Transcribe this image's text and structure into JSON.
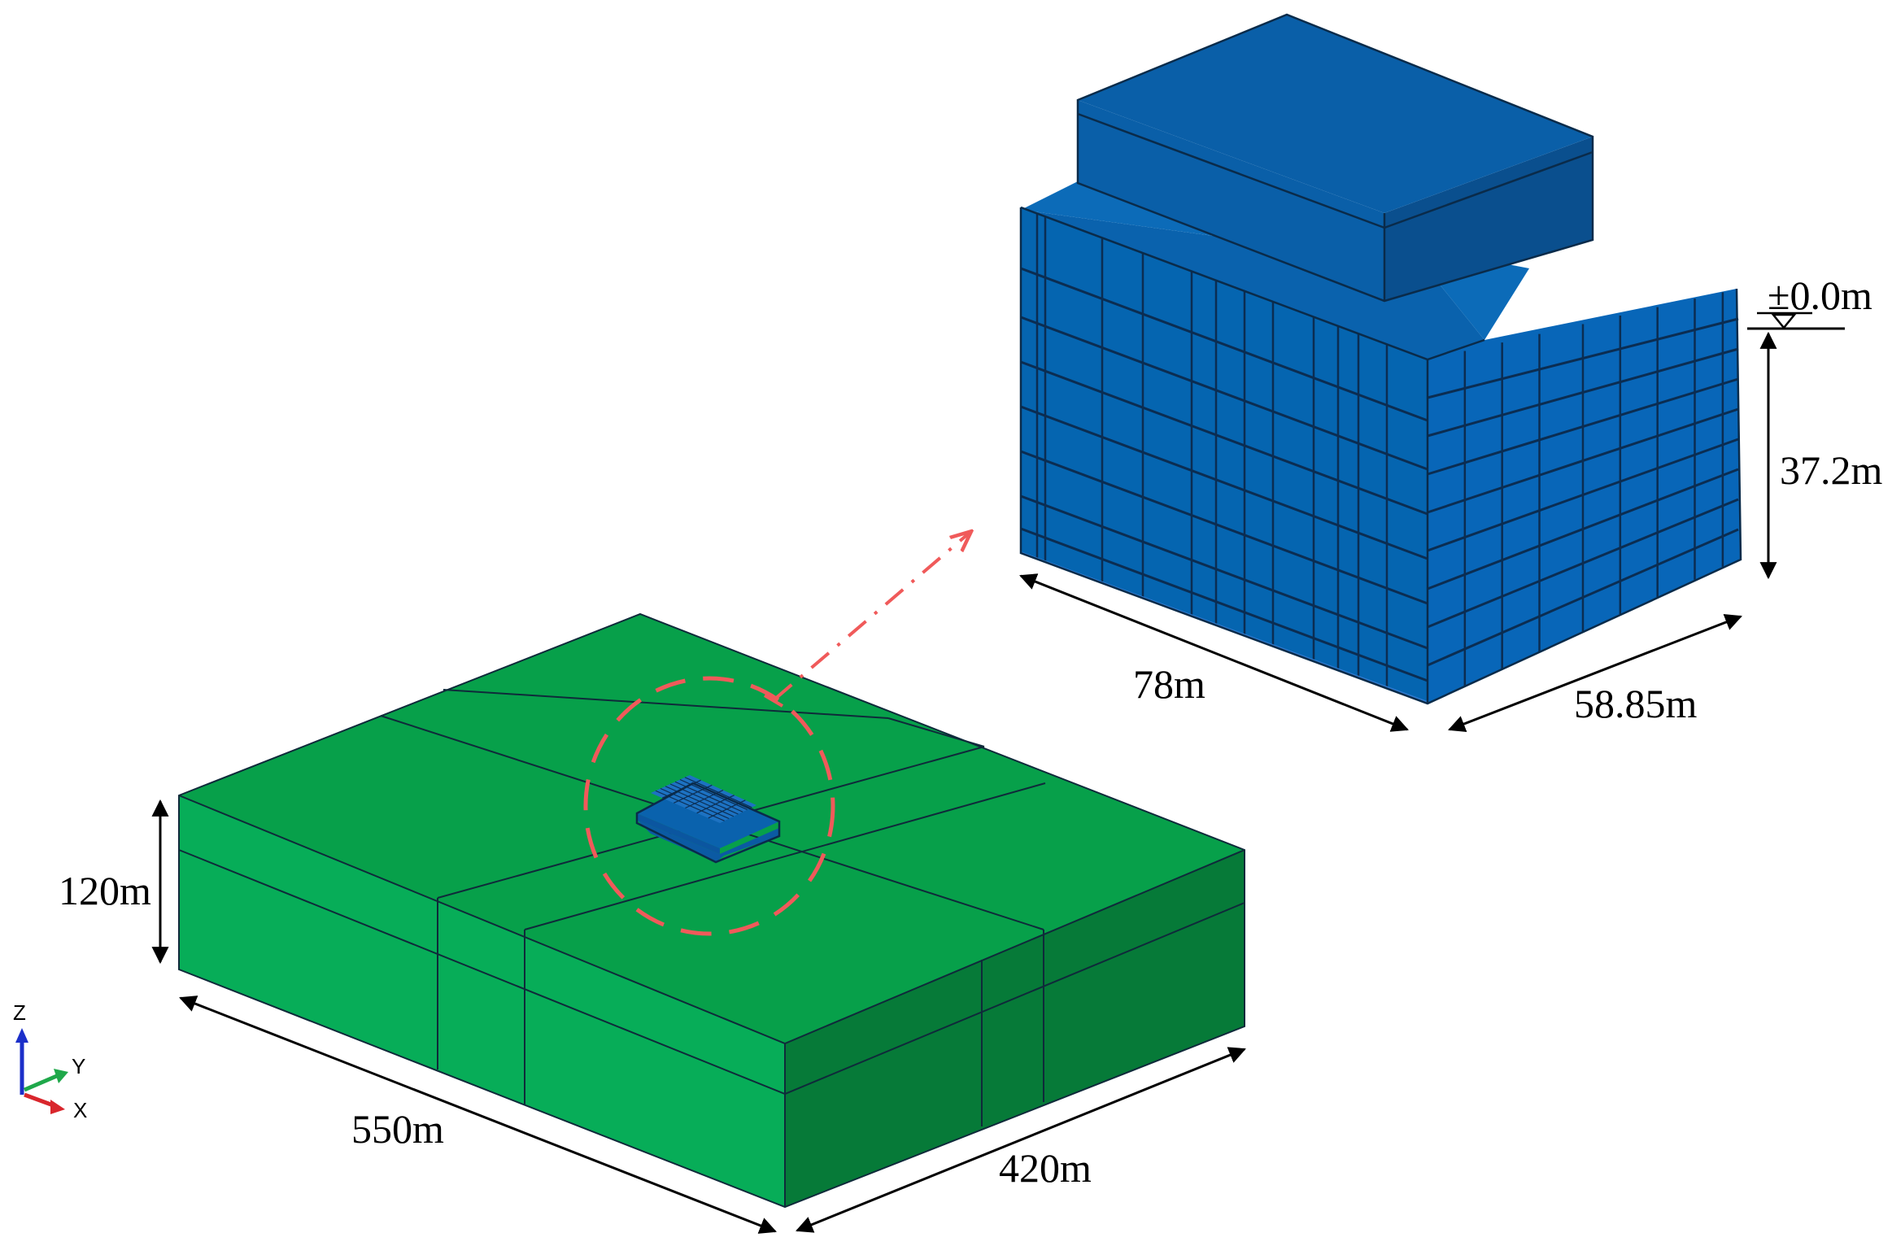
{
  "soil_model": {
    "length_label": "550m",
    "width_label": "420m",
    "depth_label": "120m",
    "colors": {
      "top": "#07a04a",
      "front": "#07ad58",
      "side": "#067a38"
    }
  },
  "building_model": {
    "length_label": "78m",
    "width_label": "58.85m",
    "height_label": "37.2m",
    "ground_level_label": "±0.0m",
    "colors": {
      "face": "#0565b0",
      "roof": "#0a5fa8",
      "grid": "#0b2d52"
    }
  },
  "callout": {
    "color": "#f05a5a"
  },
  "axis_triad": {
    "labels": {
      "z": "Z",
      "y": "Y",
      "x": "X"
    },
    "colors": {
      "z": "#1b2fc9",
      "y": "#1fa84a",
      "x": "#d9262c"
    }
  }
}
